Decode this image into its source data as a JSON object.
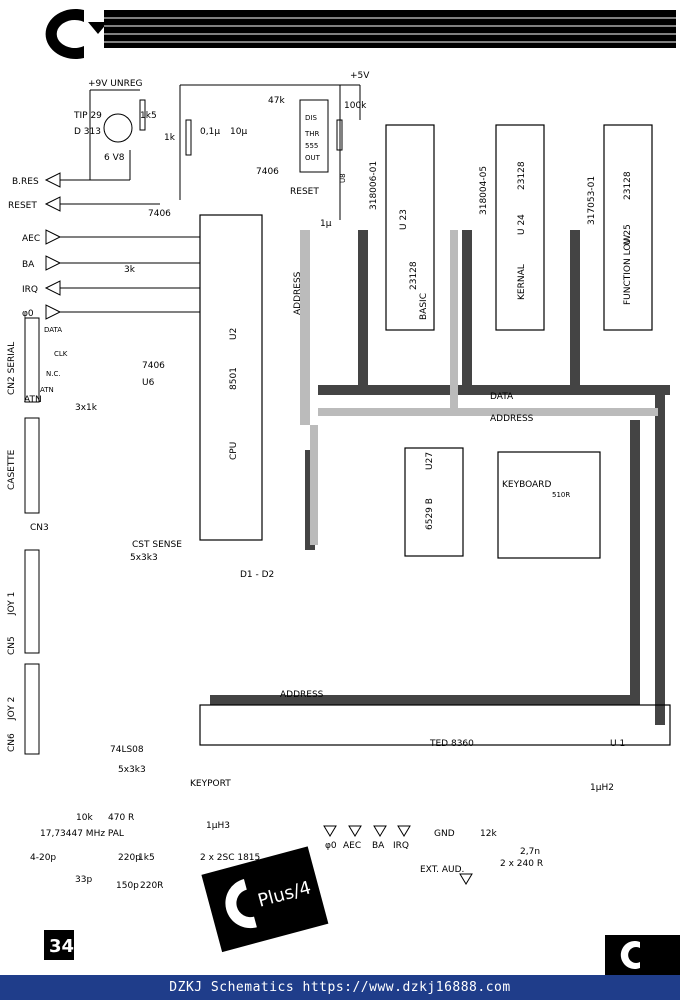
{
  "power": {
    "v9_unreg": "+9V UNREG",
    "v5": "+5V",
    "tip": "TIP 29",
    "d313": "D 313",
    "r1k5": "1k5",
    "zener": "6 V8"
  },
  "signals": {
    "bres": "B.RES",
    "reset": "RESET",
    "aec": "AEC",
    "ba": "BA",
    "irq": "IRQ",
    "phi0": "φ0",
    "data": "DATA",
    "clk": "CLK",
    "nc": "N.C.",
    "atn": "ATN",
    "cn2_serial": "CN2 SERIAL",
    "casette": "CASETTE",
    "cn3": "CN3",
    "cst_sense": "CST SENSE",
    "joy1": "JOY 1",
    "cn5": "CN5",
    "joy2": "JOY 2",
    "cn6": "CN6",
    "keyport": "KEYPORT",
    "ext_aud": "EXT. AUD.",
    "d1d2": "D1 - D2"
  },
  "chips": {
    "cpu": {
      "name": "CPU",
      "part": "8501",
      "ref": "U2"
    },
    "u6": {
      "part": "7406",
      "ref": "U6"
    },
    "u8": {
      "part": "555",
      "dis": "DIS",
      "thr": "THR",
      "out": "OUT",
      "ref": "U8"
    },
    "u23": {
      "part": "23128",
      "ref": "U 23",
      "label": "BASIC",
      "code": "318006-01"
    },
    "u24": {
      "part": "23128",
      "ref": "U 24",
      "label": "KERNAL",
      "code": "318004-05"
    },
    "u25": {
      "part": "23128",
      "ref": "U 25",
      "label": "FUNCTION LOW",
      "code": "317053-01"
    },
    "u27": {
      "part": "6529 B",
      "ref": "U27"
    },
    "keyboard": {
      "label": "KEYBOARD",
      "r": "510R"
    },
    "ted": {
      "part": "TED 8360",
      "ref": "U 1"
    },
    "gate7406a": "7406",
    "gate7406b": "7406",
    "ls08": "74LS08",
    "sc1815": "2 x\n2SC 1815"
  },
  "bus": {
    "address": "ADDRESS",
    "data": "DATA"
  },
  "components": {
    "r3k": "3k",
    "r3x1k": "3x1k",
    "r5x3k3a": "5x3k3",
    "r5x3k3b": "5x3k3",
    "r47k": "47k",
    "r100k": "100k",
    "c1u": "1μ",
    "c10u": "10μ",
    "c01u": "0,1μ",
    "crystal": "17,73447 MHz PAL",
    "c420p": "4-20p",
    "c33p": "33p",
    "r10k": "10k",
    "r470": "470 R",
    "r1k5b": "1k5",
    "r220r": "220R",
    "c220p": "220p",
    "c150p": "150p",
    "l1uh3": "1μH3",
    "l1uh2": "1μH2",
    "r12k": "12k",
    "c27n": "2,7n",
    "r240": "2 x 240 R",
    "gnd": "GND",
    "r1k": "1k"
  },
  "page": {
    "number": "34",
    "logo": "Plus/4"
  },
  "footer": {
    "text": "DZKJ Schematics https://www.dzkj16888.com"
  }
}
